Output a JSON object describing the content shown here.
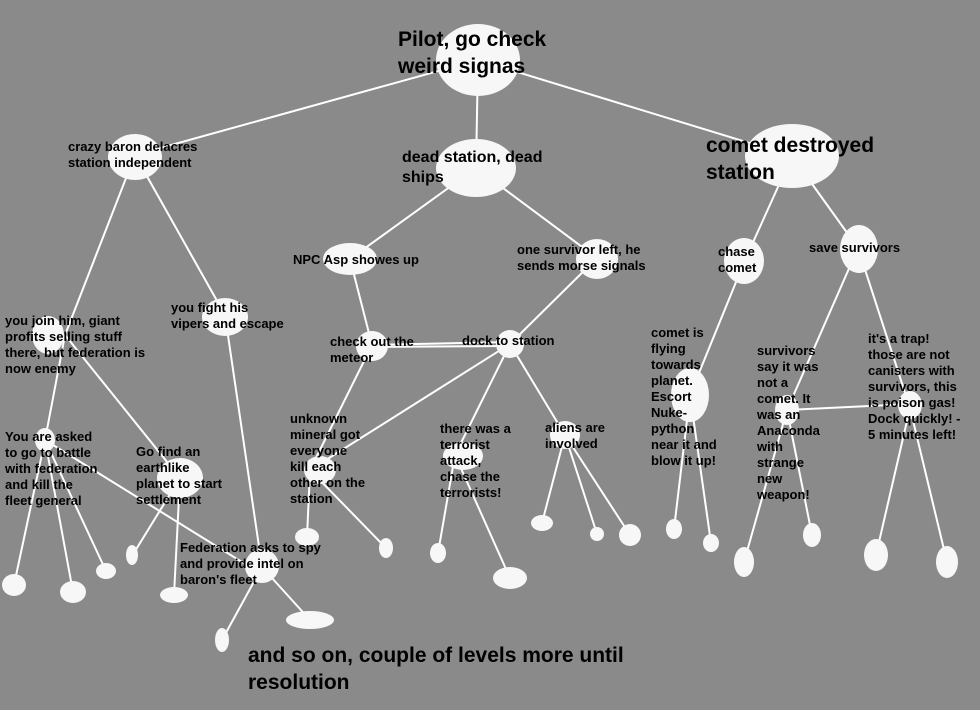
{
  "diagram": {
    "nodes": [
      {
        "id": "root",
        "label": "Pilot, go check\nweird signas"
      },
      {
        "id": "baron",
        "label": "crazy baron delacres\nstation independent"
      },
      {
        "id": "dead",
        "label": "dead station, dead\nships"
      },
      {
        "id": "comet",
        "label": "comet destroyed\nstation"
      },
      {
        "id": "join",
        "label": "you join him, giant\nprofits selling stuff\nthere, but federation is\nnow enemy"
      },
      {
        "id": "fight",
        "label": "you fight his\nvipers and escape"
      },
      {
        "id": "npc",
        "label": "NPC Asp showes up"
      },
      {
        "id": "survivor",
        "label": "one survivor left, he\nsends morse signals"
      },
      {
        "id": "chase",
        "label": "chase\ncomet"
      },
      {
        "id": "save",
        "label": "save survivors"
      },
      {
        "id": "meteor",
        "label": "check out the\nmeteor"
      },
      {
        "id": "dock",
        "label": "dock to station"
      },
      {
        "id": "battle",
        "label": "You are asked\nto go to battle\nwith federation\nand kill the\nfleet general"
      },
      {
        "id": "earth",
        "label": "Go find an\nearthlike\nplanet to start\nsettlement"
      },
      {
        "id": "spy",
        "label": "Federation asks to spy\nand provide intel on\nbaron's fleet"
      },
      {
        "id": "mineral",
        "label": "unknown\nmineral got\neveryone\nkill each\nother on the\nstation"
      },
      {
        "id": "terror",
        "label": "there was a\nterrorist\nattack,\nchase the\nterrorists!"
      },
      {
        "id": "aliens",
        "label": "aliens are\ninvolved"
      },
      {
        "id": "cometfly",
        "label": "comet is\nflying\ntowards\nplanet.\nEscort\nNuke-\npython\nnear it and\nblow it up!"
      },
      {
        "id": "anaconda",
        "label": "survivors\nsay it was\nnot a\ncomet. It\nwas an\nAnaconda\nwith\nstrange\nnew\nweapon!"
      },
      {
        "id": "trap",
        "label": "it's a trap!\nthose are not\ncanisters with\nsurvivors, this\nis poison gas!\nDock quickly! -\n5 minutes left!"
      }
    ],
    "footer": "and so on, couple of levels more until\nresolution"
  }
}
